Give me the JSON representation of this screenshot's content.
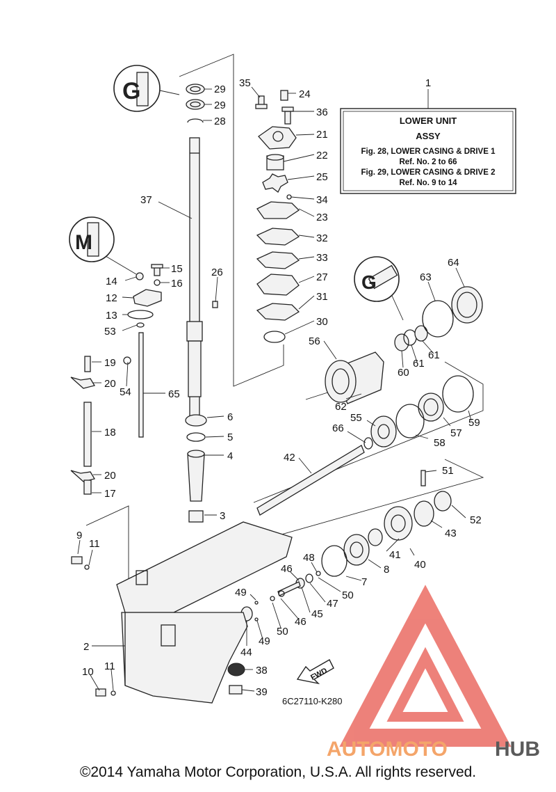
{
  "info_box": {
    "number": "1",
    "title": "LOWER UNIT",
    "subtitle": "ASSY",
    "line1": "Fig. 28, LOWER CASING & DRIVE 1",
    "line2": "Ref. No. 2 to 66",
    "line3": "Fig. 29, LOWER CASING & DRIVE 2",
    "line4": "Ref. No. 9 to 14"
  },
  "callouts": [
    {
      "id": "c29a",
      "text": "29"
    },
    {
      "id": "c29b",
      "text": "29"
    },
    {
      "id": "c28",
      "text": "28"
    },
    {
      "id": "c35",
      "text": "35"
    },
    {
      "id": "c24",
      "text": "24"
    },
    {
      "id": "c36",
      "text": "36"
    },
    {
      "id": "c21",
      "text": "21"
    },
    {
      "id": "c22",
      "text": "22"
    },
    {
      "id": "c25",
      "text": "25"
    },
    {
      "id": "c34",
      "text": "34"
    },
    {
      "id": "c23",
      "text": "23"
    },
    {
      "id": "c37",
      "text": "37"
    },
    {
      "id": "c32",
      "text": "32"
    },
    {
      "id": "c33",
      "text": "33"
    },
    {
      "id": "c27",
      "text": "27"
    },
    {
      "id": "c31",
      "text": "31"
    },
    {
      "id": "c30",
      "text": "30"
    },
    {
      "id": "c15",
      "text": "15"
    },
    {
      "id": "c14",
      "text": "14"
    },
    {
      "id": "c16",
      "text": "16"
    },
    {
      "id": "c26",
      "text": "26"
    },
    {
      "id": "c12",
      "text": "12"
    },
    {
      "id": "c13",
      "text": "13"
    },
    {
      "id": "c53",
      "text": "53"
    },
    {
      "id": "c64",
      "text": "64"
    },
    {
      "id": "c63",
      "text": "63"
    },
    {
      "id": "c56",
      "text": "56"
    },
    {
      "id": "c60",
      "text": "60"
    },
    {
      "id": "c61a",
      "text": "61"
    },
    {
      "id": "c61b",
      "text": "61"
    },
    {
      "id": "c19",
      "text": "19"
    },
    {
      "id": "c20a",
      "text": "20"
    },
    {
      "id": "c54",
      "text": "54"
    },
    {
      "id": "c65",
      "text": "65"
    },
    {
      "id": "c62",
      "text": "62"
    },
    {
      "id": "c59",
      "text": "59"
    },
    {
      "id": "c6",
      "text": "6"
    },
    {
      "id": "c57",
      "text": "57"
    },
    {
      "id": "c55",
      "text": "55"
    },
    {
      "id": "c18",
      "text": "18"
    },
    {
      "id": "c5",
      "text": "5"
    },
    {
      "id": "c66",
      "text": "66"
    },
    {
      "id": "c58",
      "text": "58"
    },
    {
      "id": "c4",
      "text": "4"
    },
    {
      "id": "c42",
      "text": "42"
    },
    {
      "id": "c51",
      "text": "51"
    },
    {
      "id": "c20b",
      "text": "20"
    },
    {
      "id": "c17",
      "text": "17"
    },
    {
      "id": "c3",
      "text": "3"
    },
    {
      "id": "c52",
      "text": "52"
    },
    {
      "id": "c43",
      "text": "43"
    },
    {
      "id": "c9",
      "text": "9"
    },
    {
      "id": "c11a",
      "text": "11"
    },
    {
      "id": "c41",
      "text": "41"
    },
    {
      "id": "c48",
      "text": "48"
    },
    {
      "id": "c8",
      "text": "8"
    },
    {
      "id": "c40",
      "text": "40"
    },
    {
      "id": "c46a",
      "text": "46"
    },
    {
      "id": "c7",
      "text": "7"
    },
    {
      "id": "c49a",
      "text": "49"
    },
    {
      "id": "c50a",
      "text": "50"
    },
    {
      "id": "c47",
      "text": "47"
    },
    {
      "id": "c45",
      "text": "45"
    },
    {
      "id": "c46b",
      "text": "46"
    },
    {
      "id": "c50b",
      "text": "50"
    },
    {
      "id": "c49b",
      "text": "49"
    },
    {
      "id": "c2",
      "text": "2"
    },
    {
      "id": "c44",
      "text": "44"
    },
    {
      "id": "c38",
      "text": "38"
    },
    {
      "id": "c10",
      "text": "10"
    },
    {
      "id": "c11b",
      "text": "11"
    },
    {
      "id": "c39",
      "text": "39"
    }
  ],
  "fwd_label": "FWD",
  "diagram_code": "6C27110-K280",
  "watermark": {
    "part1": "AUTOMOTO",
    "part2": "HUB",
    "color1": "#f4a56a",
    "color2": "#5a5a5a",
    "triangle_color": "#e8584e"
  },
  "copyright": "©2014 Yamaha Motor Corporation, U.S.A. All rights reserved."
}
